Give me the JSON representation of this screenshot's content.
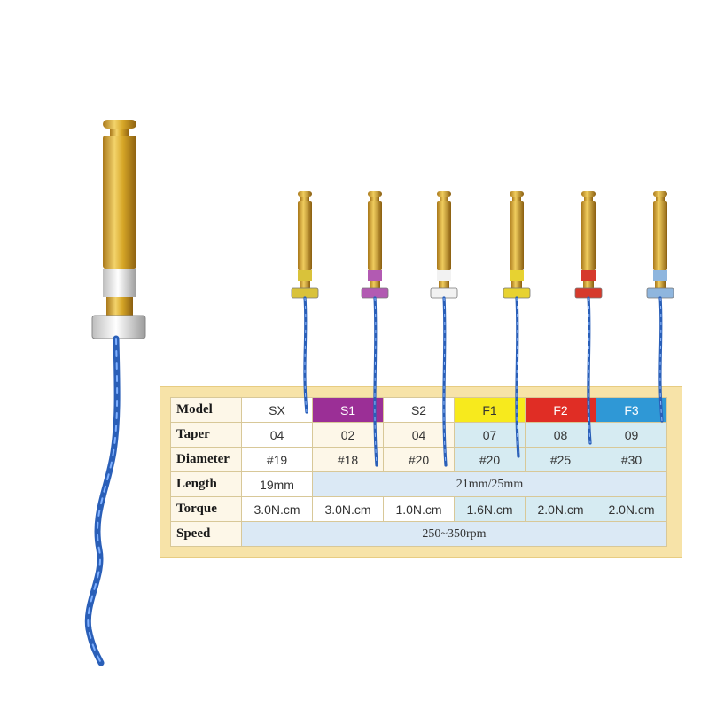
{
  "large_file": {
    "handle_color": "#d6a627",
    "shaft_color": "#2a5fb8"
  },
  "files": [
    {
      "name": "SX",
      "ring_color": "#d9c23a",
      "header_bg": "#ffffff"
    },
    {
      "name": "S1",
      "ring_color": "#b25ab2",
      "header_bg": "#9b2f96"
    },
    {
      "name": "S2",
      "ring_color": "#f2f2f2",
      "header_bg": "#ffffff"
    },
    {
      "name": "F1",
      "ring_color": "#e7d231",
      "header_bg": "#f7ea1d"
    },
    {
      "name": "F2",
      "ring_color": "#d63a2c",
      "header_bg": "#e02d25"
    },
    {
      "name": "F3",
      "ring_color": "#8fb6de",
      "header_bg": "#2f98d6"
    }
  ],
  "table": {
    "labels": {
      "model": "Model",
      "taper": "Taper",
      "diameter": "Diameter",
      "length": "Length",
      "torque": "Torque",
      "speed": "Speed"
    },
    "models": [
      "SX",
      "S1",
      "S2",
      "F1",
      "F2",
      "F3"
    ],
    "tapers": [
      "04",
      "02",
      "04",
      "07",
      "08",
      "09"
    ],
    "diameters": [
      "#19",
      "#18",
      "#20",
      "#20",
      "#25",
      "#30"
    ],
    "length_sx": "19mm",
    "length_others": "21mm/25mm",
    "torques": [
      "3.0N.cm",
      "3.0N.cm",
      "1.0N.cm",
      "1.6N.cm",
      "2.0N.cm",
      "2.0N.cm"
    ],
    "speed": "250~350rpm"
  }
}
